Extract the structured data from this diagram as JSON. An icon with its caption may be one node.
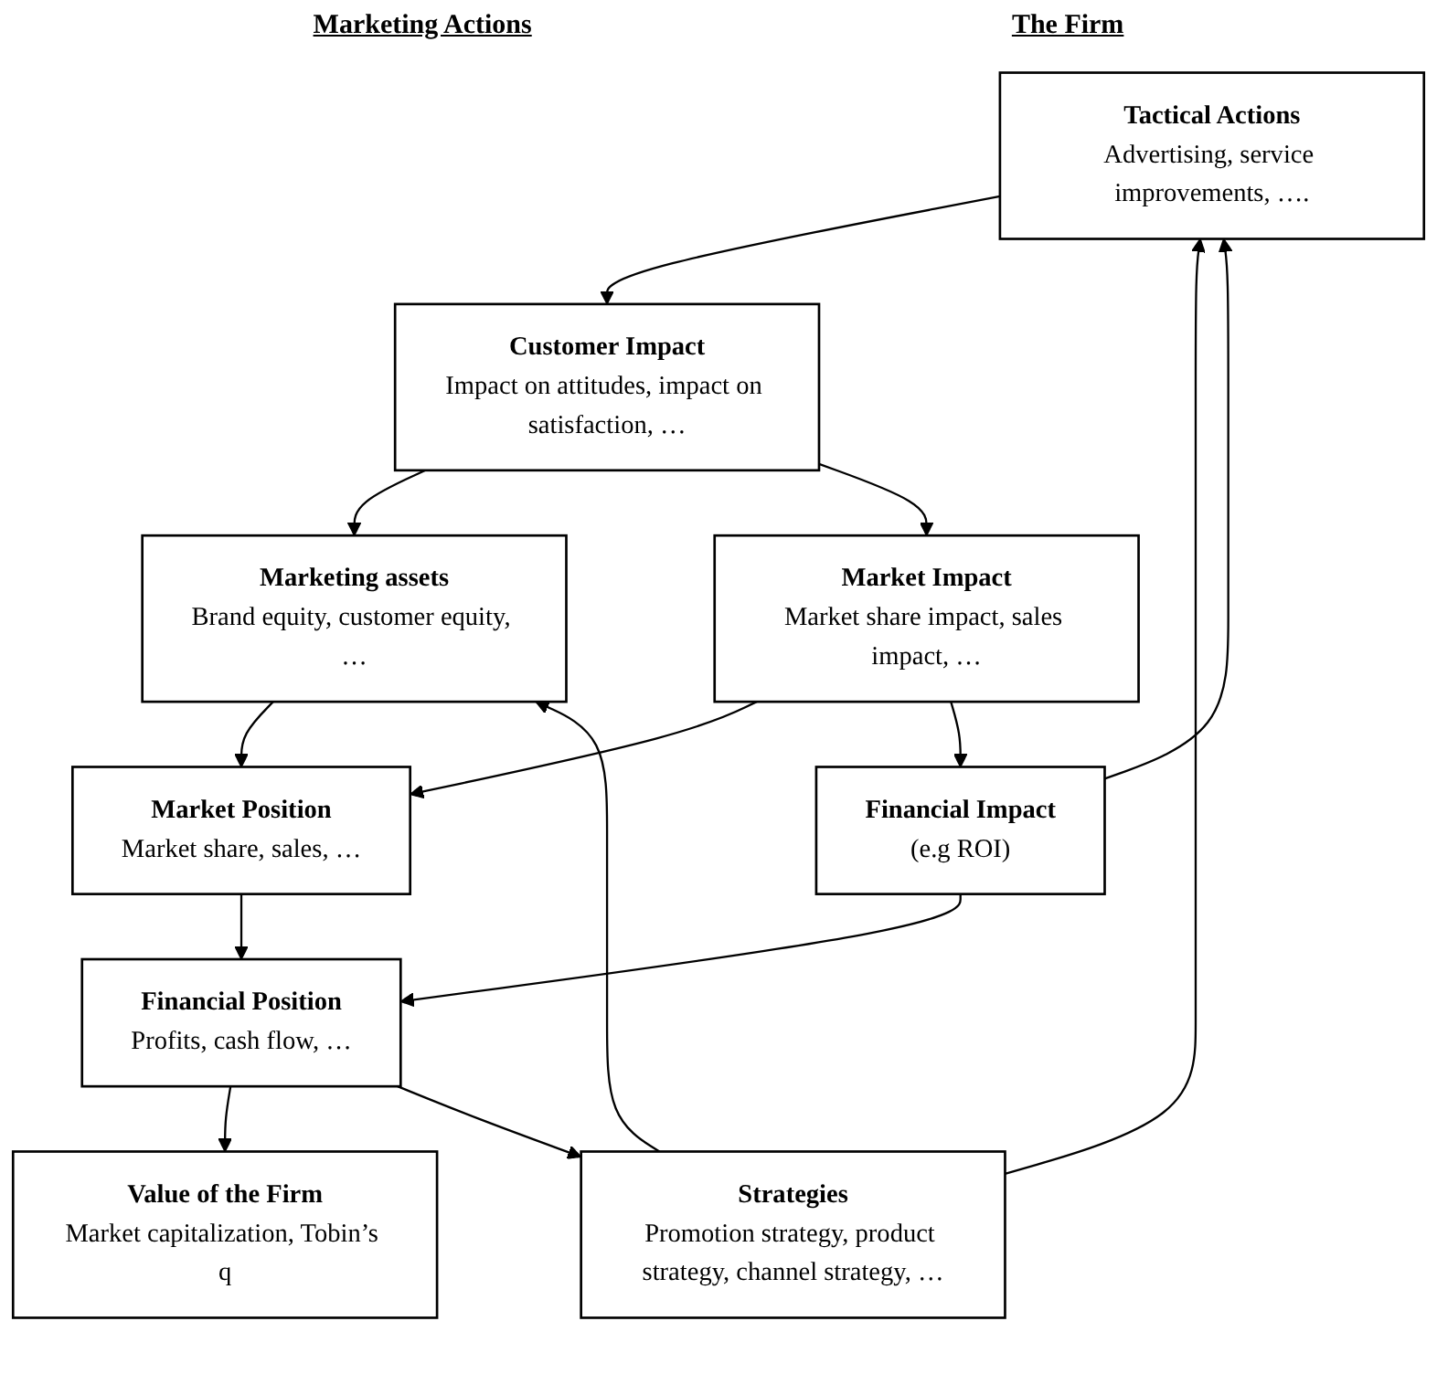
{
  "diagram": {
    "nodes": [
      {
        "text": [
          "Tactical Actions",
          "Advertising, service improvements, …."
        ]
      },
      {
        "text": [
          "Strategies",
          "Promotion strategy, product strategy, channel strategy, …"
        ]
      },
      {
        "text": [
          "Customer Impact",
          "Impact on attitudes, impact on satisfaction, …"
        ]
      },
      {
        "text": [
          "Marketing assets",
          "Brand equity, customer equity, …"
        ]
      },
      {
        "text": [
          "Market Impact",
          "Market share impact, sales impact, …"
        ]
      },
      {
        "text": [
          "Market Position",
          "Market share, sales, …"
        ]
      },
      {
        "text": [
          "Financial Impact",
          "(e.g ROI)"
        ]
      },
      {
        "text": [
          "Financial Position",
          "Profits, cash flow, …"
        ]
      },
      {
        "text": [
          "Value of the Firm",
          "Market capitalization, Tobin’s q"
        ]
      }
    ],
    "edges": [
      {
        "from": 1,
        "to": 0,
        "arrow": "to"
      },
      {
        "from": 0,
        "to": 2,
        "arrow": "to"
      },
      {
        "from": 1,
        "to": 3,
        "arrow": "to"
      },
      {
        "from": 2,
        "to": 3,
        "arrow": "to"
      },
      {
        "from": 2,
        "to": 4,
        "arrow": "to"
      },
      {
        "from": 3,
        "to": 5,
        "arrow": "to"
      },
      {
        "from": 4,
        "to": 5,
        "arrow": "to"
      },
      {
        "from": 4,
        "to": 6,
        "arrow": "to"
      },
      {
        "from": 5,
        "to": 7,
        "arrow": "to"
      },
      {
        "from": 6,
        "to": 7,
        "arrow": "to"
      },
      {
        "from": 7,
        "to": 8,
        "arrow": "to"
      },
      {
        "from": 6,
        "to": 0,
        "arrow": "to"
      },
      {
        "from": 7,
        "to": 1,
        "arrow": "to"
      }
    ],
    "labels": [
      "Marketing Actions",
      "The Firm"
    ]
  }
}
